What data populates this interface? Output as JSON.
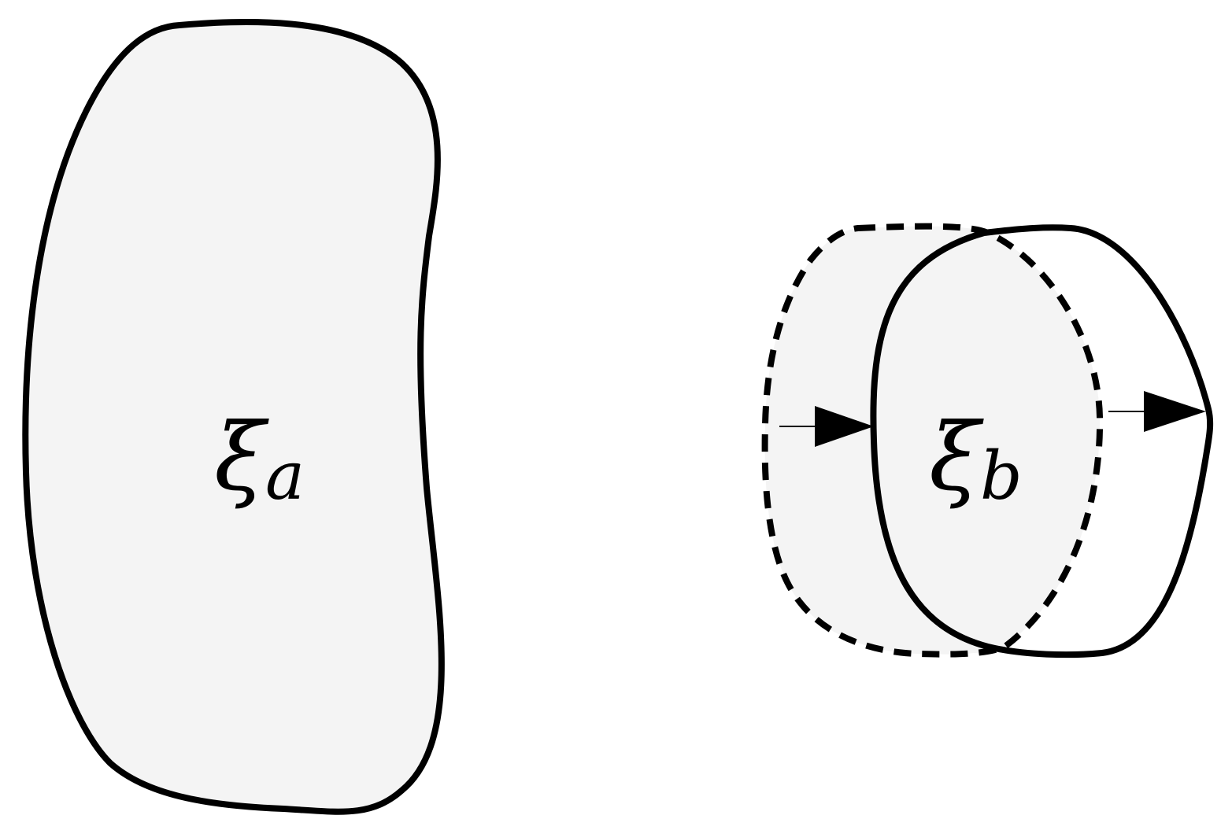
{
  "colors": {
    "background": "#ffffff",
    "fill": "#f4f4f4",
    "stroke": "#000000"
  },
  "region_a": {
    "symbol": "ξ",
    "subscript": "a"
  },
  "region_b": {
    "symbol": "ξ",
    "subscript": "b"
  }
}
